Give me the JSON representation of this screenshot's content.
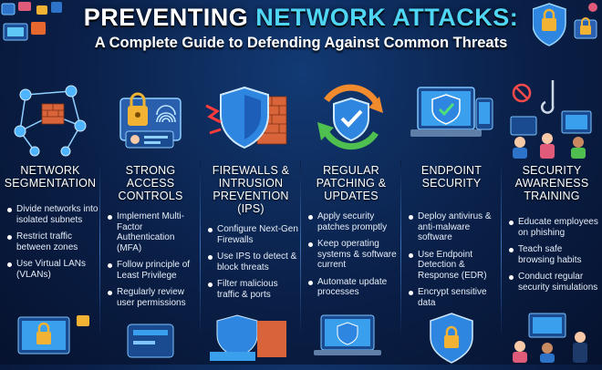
{
  "header": {
    "title_part1": "PREVENTING",
    "title_part2": "NETWORK ATTACKS:",
    "subtitle": "A Complete Guide to Defending Against Common Threats"
  },
  "columns": [
    {
      "icon": "network-nodes-icon",
      "title": "NETWORK SEGMENTATION",
      "bullets": [
        "Divide networks into isolated subnets",
        "Restrict traffic between zones",
        "Use Virtual LANs (VLANs)"
      ]
    },
    {
      "icon": "padlock-fingerprint-icon",
      "title": "STRONG ACCESS CONTROLS",
      "bullets": [
        "Implement Multi-Factor Authentication (MFA)",
        "Follow principle of Least Privilege",
        "Regularly review user permissions"
      ]
    },
    {
      "icon": "shield-firewall-icon",
      "title": "FIREWALLS & INTRUSION PREVENTION (IPS)",
      "bullets": [
        "Configure Next-Gen Firewalls",
        "Use IPS to detect & block threats",
        "Filter malicious traffic & ports"
      ]
    },
    {
      "icon": "shield-refresh-icon",
      "title": "REGULAR PATCHING & UPDATES",
      "bullets": [
        "Apply security patches promptly",
        "Keep operating systems & software current",
        "Automate update processes"
      ]
    },
    {
      "icon": "laptop-shield-icon",
      "title": "ENDPOINT SECURITY",
      "bullets": [
        "Deploy antivirus & anti-malware software",
        "Use Endpoint Detection & Response (EDR)",
        "Encrypt sensitive data"
      ]
    },
    {
      "icon": "phishing-hook-icon",
      "title": "SECURITY AWARENESS TRAINING",
      "bullets": [
        "Educate employees on phishing",
        "Teach safe browsing habits",
        "Conduct regular security simulations"
      ]
    }
  ],
  "colors": {
    "background": "#0a1f47",
    "accent": "#4fd6f5",
    "shield": "#2f86e0",
    "lock": "#f2b233",
    "brick": "#d9643a"
  }
}
